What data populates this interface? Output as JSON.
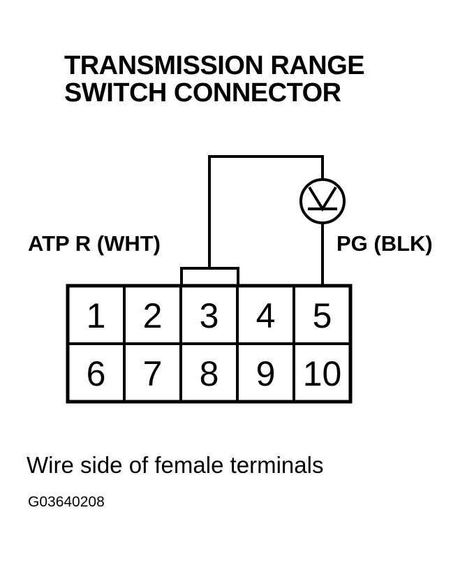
{
  "title": {
    "line1": "TRANSMISSION RANGE",
    "line2": "SWITCH CONNECTOR"
  },
  "labels": {
    "left_wire": "ATP R (WHT)",
    "right_wire": "PG (BLK)"
  },
  "connector": {
    "terminals_row1": [
      "1",
      "2",
      "3",
      "4",
      "5"
    ],
    "terminals_row2": [
      "6",
      "7",
      "8",
      "9",
      "10"
    ]
  },
  "meter": {
    "icon": "voltmeter-icon",
    "symbol": "V"
  },
  "caption": "Wire side of female terminals",
  "figure_code": "G03640208"
}
